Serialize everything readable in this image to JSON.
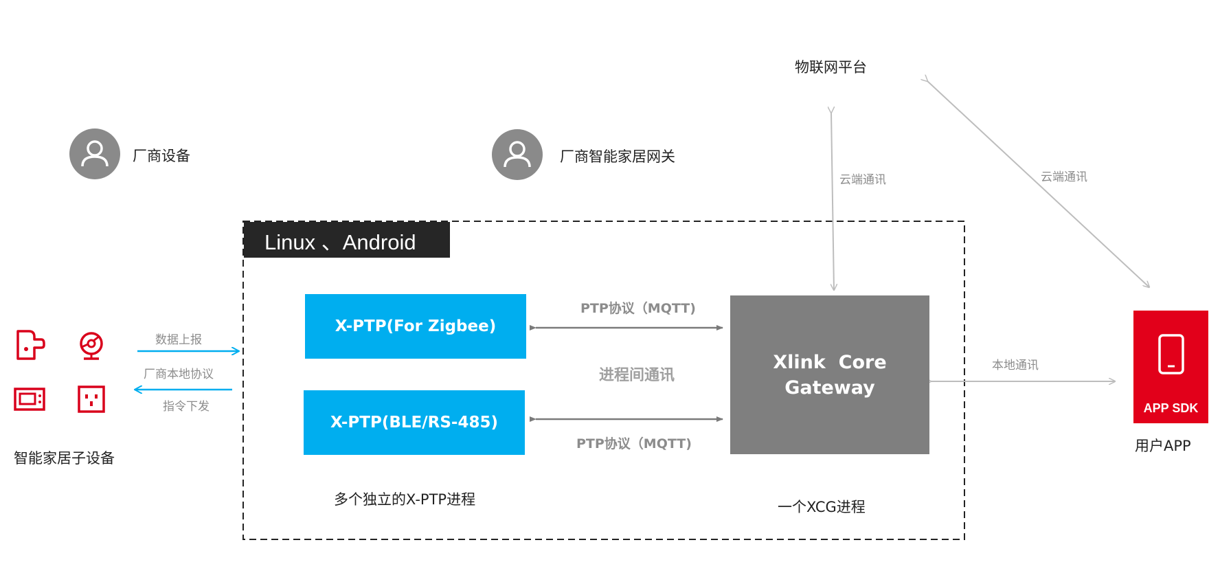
{
  "actors": {
    "vendor_device": "厂商设备",
    "vendor_gateway": "厂商智能家居网关",
    "iot_platform": "物联网平台"
  },
  "os_label": "Linux 、Android",
  "ptp_zigbee": "X-PTP(For Zigbee)",
  "ptp_ble": "X-PTP(BLE/RS-485)",
  "ptp_proto_top": "PTP协议（MQTT)",
  "ptp_proto_bottom": "PTP协议（MQTT)",
  "ipc_label": "进程间通讯",
  "core": {
    "line1": "Xlink  Core",
    "line2": "Gateway"
  },
  "multi_ptp_caption": "多个独立的X-PTP进程",
  "xcg_caption": "一个XCG进程",
  "cloud_comm_1": "云端通讯",
  "cloud_comm_2": "云端通讯",
  "local_comm": "本地通讯",
  "app_sdk": "APP SDK",
  "user_app": "用户APP",
  "sub_devices": "智能家居子设备",
  "data_report": "数据上报",
  "vendor_local_protocol": "厂商本地协议",
  "command_down": "指令下发",
  "colors": {
    "blue": "#00aeef",
    "core_grey": "#7f7f7f",
    "brand_red": "#e2001a",
    "os_dark": "#262626",
    "device_red": "#d9001b"
  }
}
